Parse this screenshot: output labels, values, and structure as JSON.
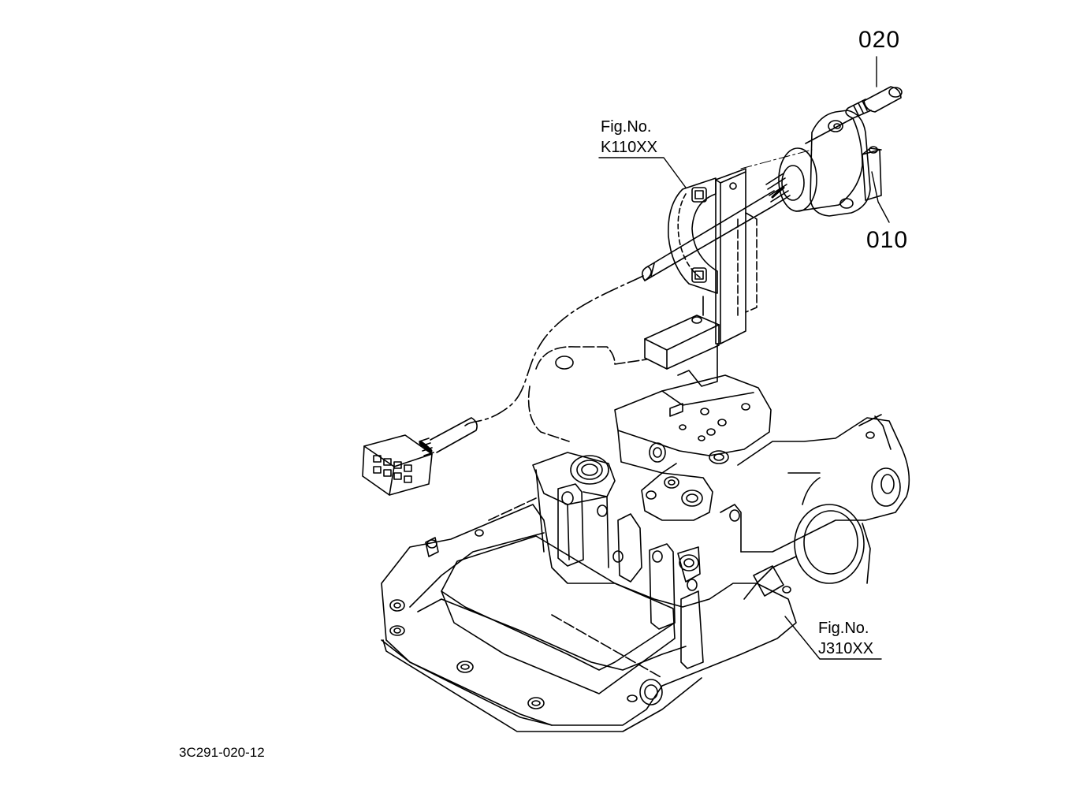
{
  "callouts": {
    "part_020": "020",
    "part_010": "010"
  },
  "references": {
    "k110": {
      "line1": "Fig.No.",
      "line2": "K110XX"
    },
    "j310": {
      "line1": "Fig.No.",
      "line2": "J310XX"
    }
  },
  "drawing_code": "3C291-020-12"
}
